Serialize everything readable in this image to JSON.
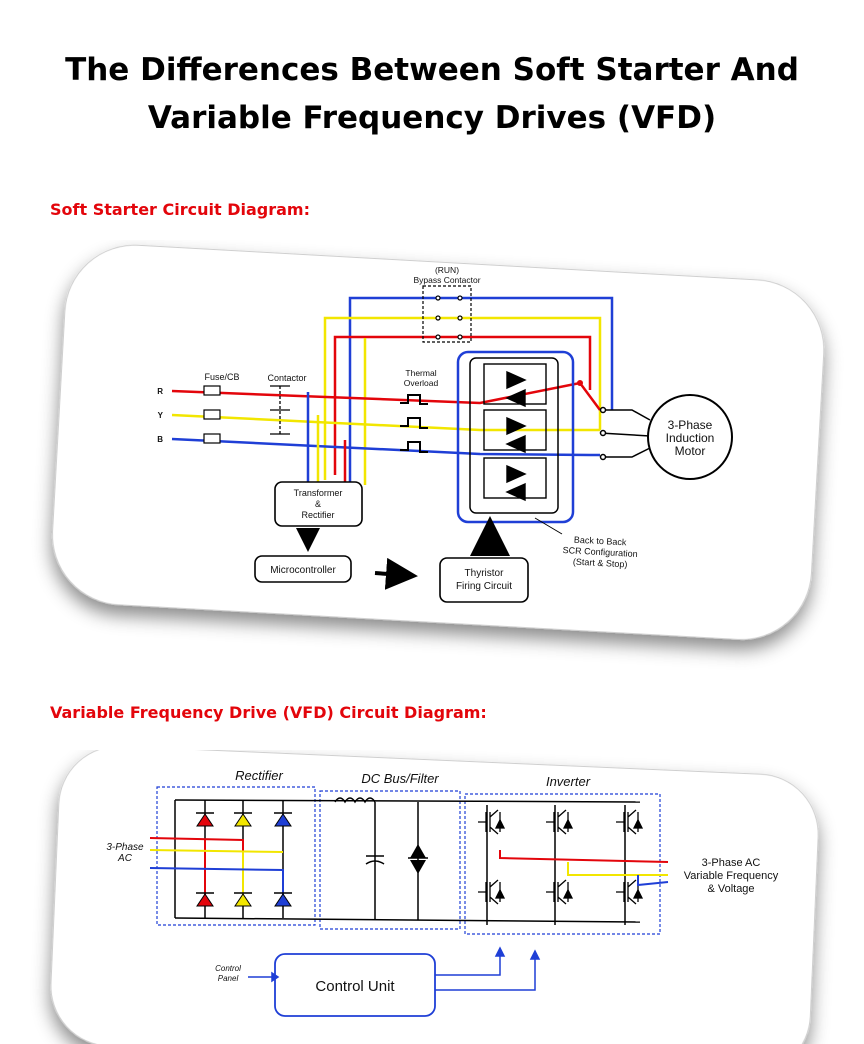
{
  "title": {
    "line1": "The Differences Between Soft Starter And",
    "line2": "Variable Frequency Drives (VFD)"
  },
  "colors": {
    "heading": "#e3050b",
    "phase_r": "#e3050b",
    "phase_y": "#f2e600",
    "phase_b": "#1f3fd6"
  },
  "soft_starter": {
    "heading": "Soft Starter Circuit Diagram:",
    "labels": {
      "run": "(RUN)",
      "bypass": "Bypass Contactor",
      "fuse": "Fuse/CB",
      "contactor": "Contactor",
      "thermal1": "Thermal",
      "thermal2": "Overload",
      "r": "R",
      "y": "Y",
      "b": "B",
      "motor1": "3-Phase",
      "motor2": "Induction",
      "motor3": "Motor",
      "transformer1": "Transformer",
      "transformer2": "&",
      "transformer3": "Rectifier",
      "micro": "Microcontroller",
      "firing1": "Thyristor",
      "firing2": "Firing Circuit",
      "scr1": "Back to Back",
      "scr2": "SCR Configuration",
      "scr3": "(Start & Stop)"
    }
  },
  "vfd": {
    "heading": "Variable Frequency Drive (VFD) Circuit Diagram:",
    "labels": {
      "rectifier": "Rectifier",
      "dcbus": "DC Bus/Filter",
      "inverter": "Inverter",
      "in1": "3-Phase",
      "in2": "AC",
      "out1": "3-Phase AC",
      "out2": "Variable Frequency",
      "out3": "& Voltage",
      "panel1": "Control",
      "panel2": "Panel",
      "control": "Control Unit"
    }
  }
}
